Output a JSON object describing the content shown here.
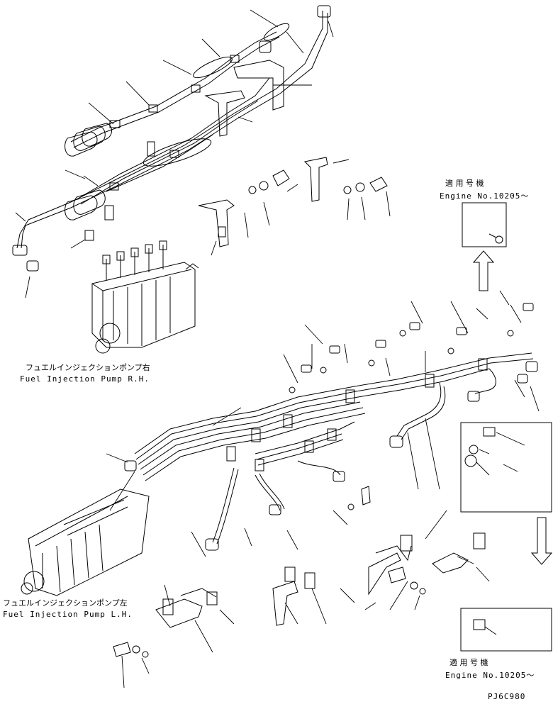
{
  "labels": {
    "pump_rh_jp": "フュエルインジェクションポンプ右",
    "pump_rh_en": "Fuel Injection Pump R.H.",
    "pump_lh_jp": "フュエルインジェクションポンプ左",
    "pump_lh_en": "Fuel Injection Pump L.H.",
    "serial_top_jp": "適 用 号 機",
    "serial_top_en": "Engine No.10205～",
    "serial_bottom_jp": "適 用 号 機",
    "serial_bottom_en": "Engine No.10205～",
    "drawing_code": "PJ6C980"
  },
  "colors": {
    "line": "#000000",
    "background": "#ffffff"
  }
}
